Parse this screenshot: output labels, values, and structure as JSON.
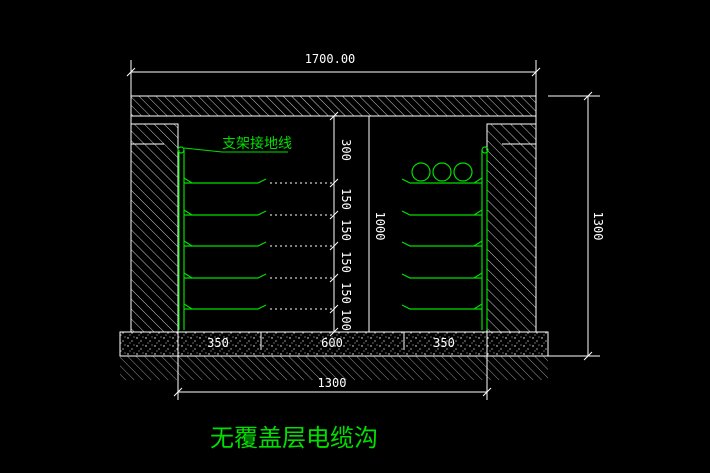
{
  "drawing": {
    "background": "#000000",
    "line_color": "#ffffff",
    "accent_color": "#00e000",
    "title": "无覆盖层电缆沟",
    "bracket_label": "支架接地线"
  },
  "dimensions": {
    "top_width": "1700.00",
    "bottom_width": "1300",
    "total_height": "1300",
    "inner_height": "1000",
    "floor_segments": [
      "350",
      "600",
      "350"
    ],
    "shelf_spacing": [
      "300",
      "150",
      "150",
      "150",
      "150",
      "100"
    ]
  },
  "cables": {
    "count": 3
  }
}
